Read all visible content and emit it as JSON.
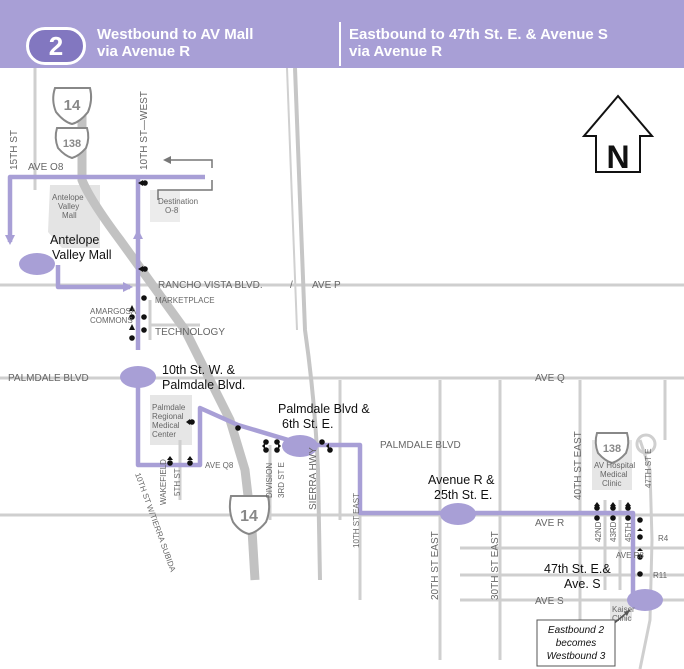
{
  "header": {
    "route_number": "2",
    "westbound_line1": "Westbound to AV Mall",
    "westbound_line2": "via Avenue R",
    "eastbound_line1": "Eastbound to 47th St. E. & Avenue S",
    "eastbound_line2": "via Avenue R"
  },
  "colors": {
    "route": "#a89fd6",
    "road": "#cfcfcf",
    "highway": "#c2c2c2",
    "stop": "#111111"
  },
  "compass": {
    "label": "N"
  },
  "shields": {
    "sr14_top": "14",
    "sr138_top": "138",
    "sr14_bottom": "14",
    "sr138_east": "138"
  },
  "roads": {
    "fifteenth": "15TH ST",
    "tenth_west": "10TH ST—WEST",
    "ave_o8": "AVE O8",
    "rancho_vista": "RANCHO VISTA BLVD.",
    "ave_p": "AVE P",
    "marketplace": "MARKETPLACE",
    "amargosa_1": "AMARGOSA",
    "amargosa_2": "COMMONS",
    "technology": "TECHNOLOGY",
    "palmdale_west": "PALMDALE BLVD",
    "palmdale_east": "PALMDALE BLVD",
    "ave_q": "AVE Q",
    "ave_q8": "AVE Q8",
    "fifth_st": "5TH ST",
    "wakefield": "WAKEFIELD",
    "tierra_subida": "10TH ST W/TIERRA SUBIDA",
    "division": "DIVISION",
    "third_st_e": "3RD ST E",
    "sierra_hwy": "SIERRA HWY",
    "tenth_st_east": "10TH ST EAST",
    "twentieth_st_east": "20TH ST EAST",
    "thirtieth_st_east": "30TH ST EAST",
    "fortieth_st_east": "40TH ST EAST",
    "forty_seventh_st_e": "47TH ST E",
    "ave_r": "AVE R",
    "ave_r4": "R4",
    "ave_r8": "AVE R8",
    "r11": "R11",
    "ave_s": "AVE S",
    "forty_second": "42ND",
    "forty_third": "43RD",
    "forty_fifth": "45TH"
  },
  "landmarks": {
    "av_mall_1": "Antelope",
    "av_mall_2": "Valley",
    "av_mall_3": "Mall",
    "destination_1": "Destination",
    "destination_2": "O-8",
    "palmdale_regional_1": "Palmdale",
    "palmdale_regional_2": "Regional",
    "palmdale_regional_3": "Medical",
    "palmdale_regional_4": "Center",
    "av_hospital_1": "AV Hospital",
    "av_hospital_2": "Medical",
    "av_hospital_3": "Clinic",
    "kaiser_1": "Kaiser",
    "kaiser_2": "Clinic"
  },
  "timepoints": {
    "av_mall_1": "Antelope",
    "av_mall_2": "Valley Mall",
    "tenth_palmdale_1": "10th St. W. &",
    "tenth_palmdale_2": "Palmdale Blvd.",
    "palmdale_sixth_1": "Palmdale Blvd &",
    "palmdale_sixth_2": "6th St. E.",
    "ave_r_25th_1": "Avenue R &",
    "ave_r_25th_2": "25th St. E.",
    "ave_s_47th_1": "47th St. E.&",
    "ave_s_47th_2": "Ave. S"
  },
  "callout": {
    "line1": "Eastbound 2",
    "line2": "becomes",
    "line3": "Westbound 3"
  }
}
